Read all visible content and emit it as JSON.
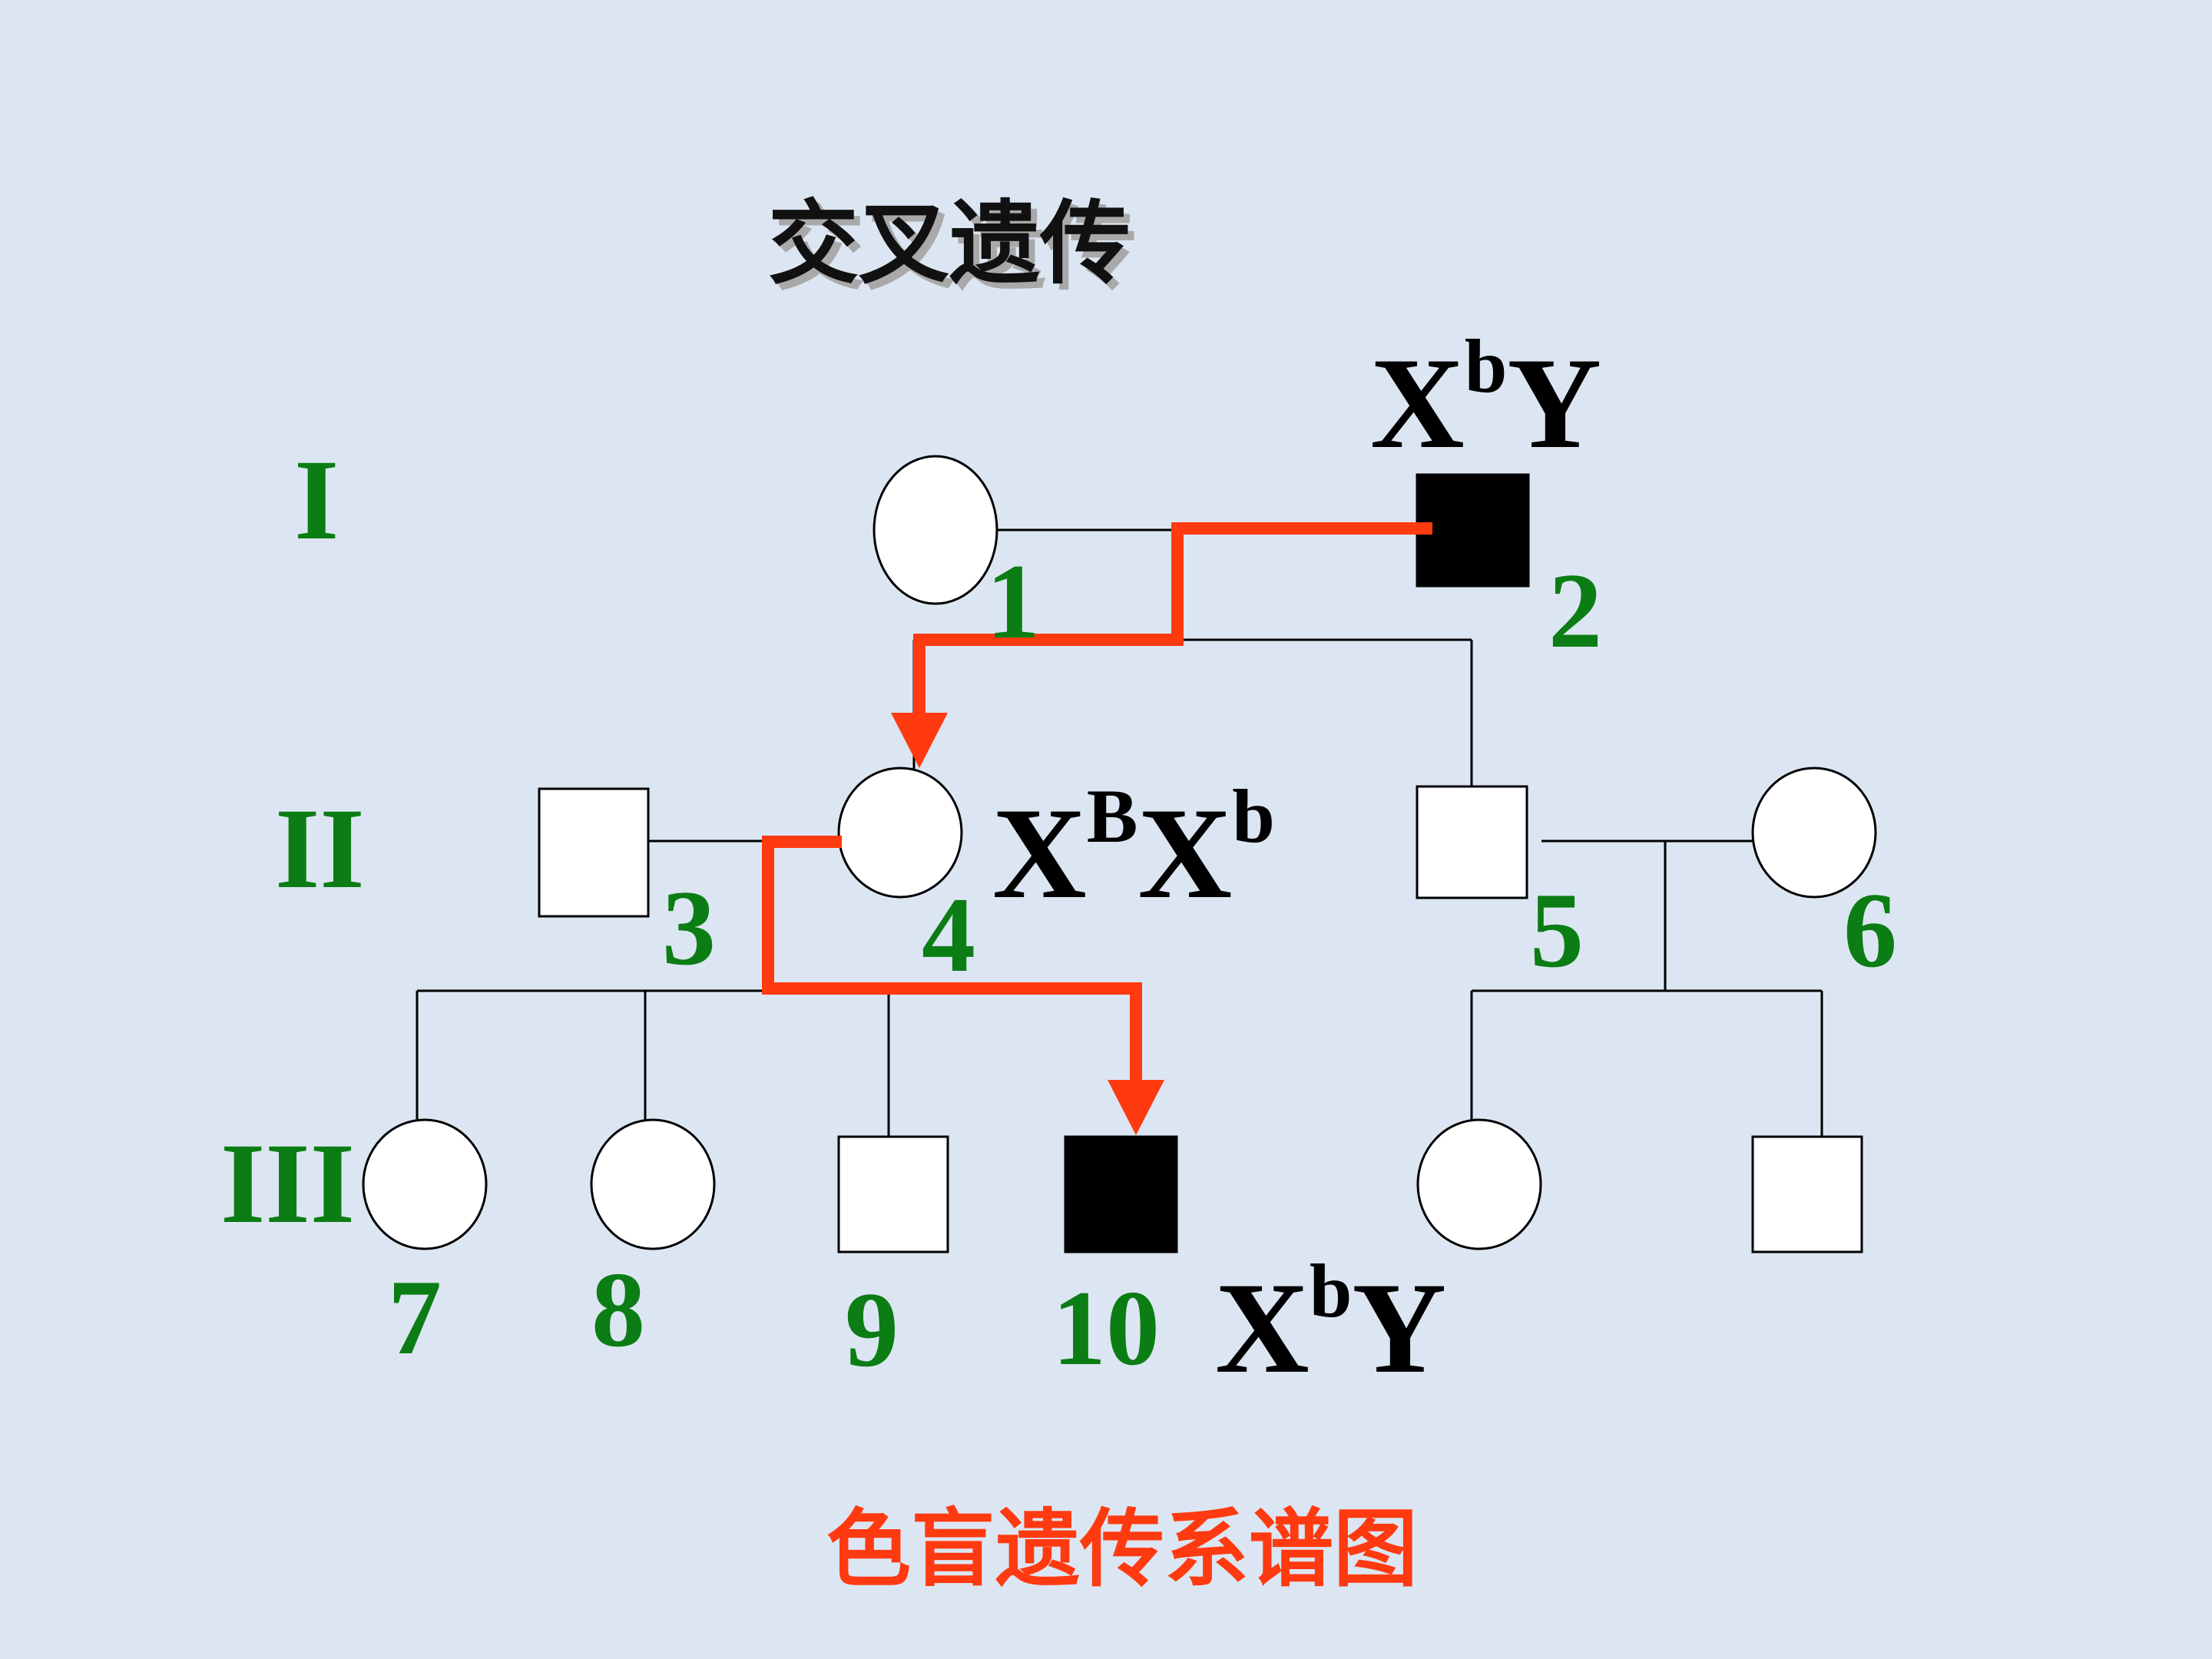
{
  "title": "交叉遗传",
  "caption": "色盲遗传系谱图",
  "colors": {
    "background": "#dce6f2",
    "label_green": "#0c7d14",
    "path_red": "#ff3a10",
    "affected": "#000000",
    "unaffected": "#ffffff"
  },
  "generations": [
    "I",
    "II",
    "III"
  ],
  "individuals": [
    {
      "id": "1",
      "generation": "I",
      "sex": "female",
      "affected": false
    },
    {
      "id": "2",
      "generation": "I",
      "sex": "male",
      "affected": true
    },
    {
      "id": "3",
      "generation": "II",
      "sex": "male",
      "affected": false
    },
    {
      "id": "4",
      "generation": "II",
      "sex": "female",
      "affected": false
    },
    {
      "id": "5",
      "generation": "II",
      "sex": "male",
      "affected": false
    },
    {
      "id": "6",
      "generation": "II",
      "sex": "female",
      "affected": false
    },
    {
      "id": "7",
      "generation": "III",
      "sex": "female",
      "affected": false
    },
    {
      "id": "8",
      "generation": "III",
      "sex": "female",
      "affected": false
    },
    {
      "id": "9",
      "generation": "III",
      "sex": "male",
      "affected": false
    },
    {
      "id": "10",
      "generation": "III",
      "sex": "male",
      "affected": true
    },
    {
      "id": "",
      "generation": "III",
      "sex": "female",
      "affected": false
    },
    {
      "id": "",
      "generation": "III",
      "sex": "male",
      "affected": false
    }
  ],
  "genotypes": {
    "ind2": {
      "base1": "X",
      "sup1": "b",
      "base2": "Y",
      "sup2": ""
    },
    "ind4": {
      "base1": "X",
      "sup1": "B",
      "base2": "X",
      "sup2": "b"
    },
    "ind10": {
      "base1": "X",
      "sup1": "b",
      "base2": "Y",
      "sup2": ""
    }
  }
}
